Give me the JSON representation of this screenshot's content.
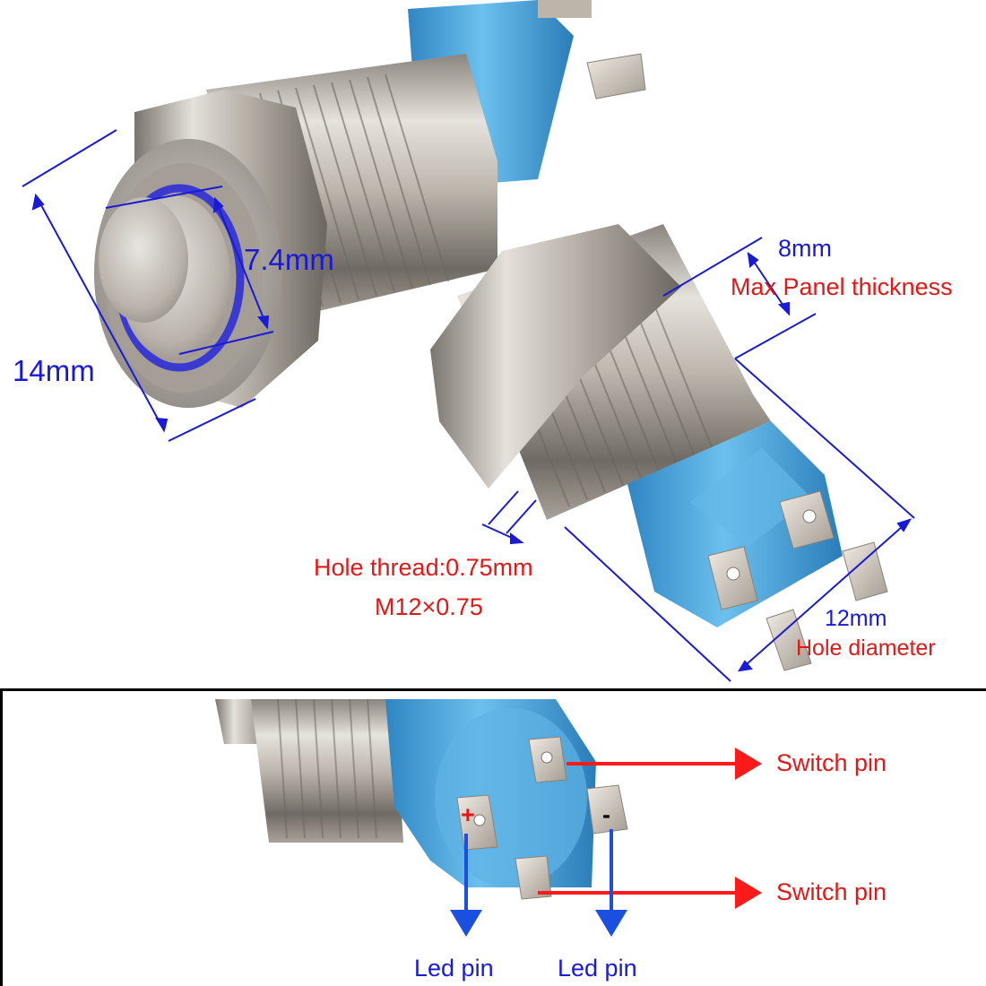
{
  "colors": {
    "dimension_line": "#1a1ad6",
    "dimension_text": "#1a1ad6",
    "annotation_text": "#e01818",
    "pin_arrow_red": "#ff1a1a",
    "pin_arrow_blue": "#1a4fe0",
    "metal": "#c9c4bc",
    "connector_blue": "#4aa8e0",
    "led_ring": "#3a3ad0",
    "terminal": "#cfc8bf"
  },
  "top": {
    "dim_14": "14mm",
    "dim_7_4": "7.4mm",
    "dim_8": "8mm",
    "max_panel": "Max Panel thickness",
    "hole_thread": "Hole thread:0.75mm",
    "m12": "M12×0.75",
    "dim_12": "12mm",
    "hole_diameter": "Hole diameter"
  },
  "bottom": {
    "switch_pin_1": "Switch pin",
    "switch_pin_2": "Switch pin",
    "led_pin_plus": "Led pin",
    "led_pin_minus": "Led pin",
    "plus_sign": "+",
    "minus_sign": "-"
  }
}
